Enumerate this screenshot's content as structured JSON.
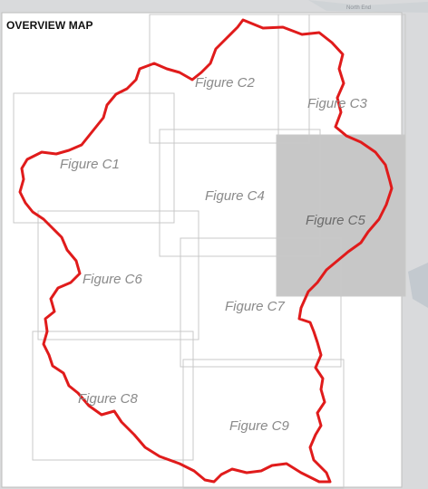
{
  "map": {
    "title": "OVERVIEW MAP",
    "corner_text": "North End",
    "colors": {
      "boundary": "#e01b1b",
      "figure_outline": "#c9c9c9",
      "highlight_fill": "#c7c7c7",
      "label": "#8a8a8a",
      "background": "#ffffff"
    },
    "figures": [
      {
        "id": "c1",
        "label": "Figure C1"
      },
      {
        "id": "c2",
        "label": "Figure C2"
      },
      {
        "id": "c3",
        "label": "Figure C3"
      },
      {
        "id": "c4",
        "label": "Figure C4"
      },
      {
        "id": "c5",
        "label": "Figure C5",
        "highlighted": true
      },
      {
        "id": "c6",
        "label": "Figure C6"
      },
      {
        "id": "c7",
        "label": "Figure C7"
      },
      {
        "id": "c8",
        "label": "Figure C8"
      },
      {
        "id": "c9",
        "label": "Figure C9"
      }
    ]
  }
}
